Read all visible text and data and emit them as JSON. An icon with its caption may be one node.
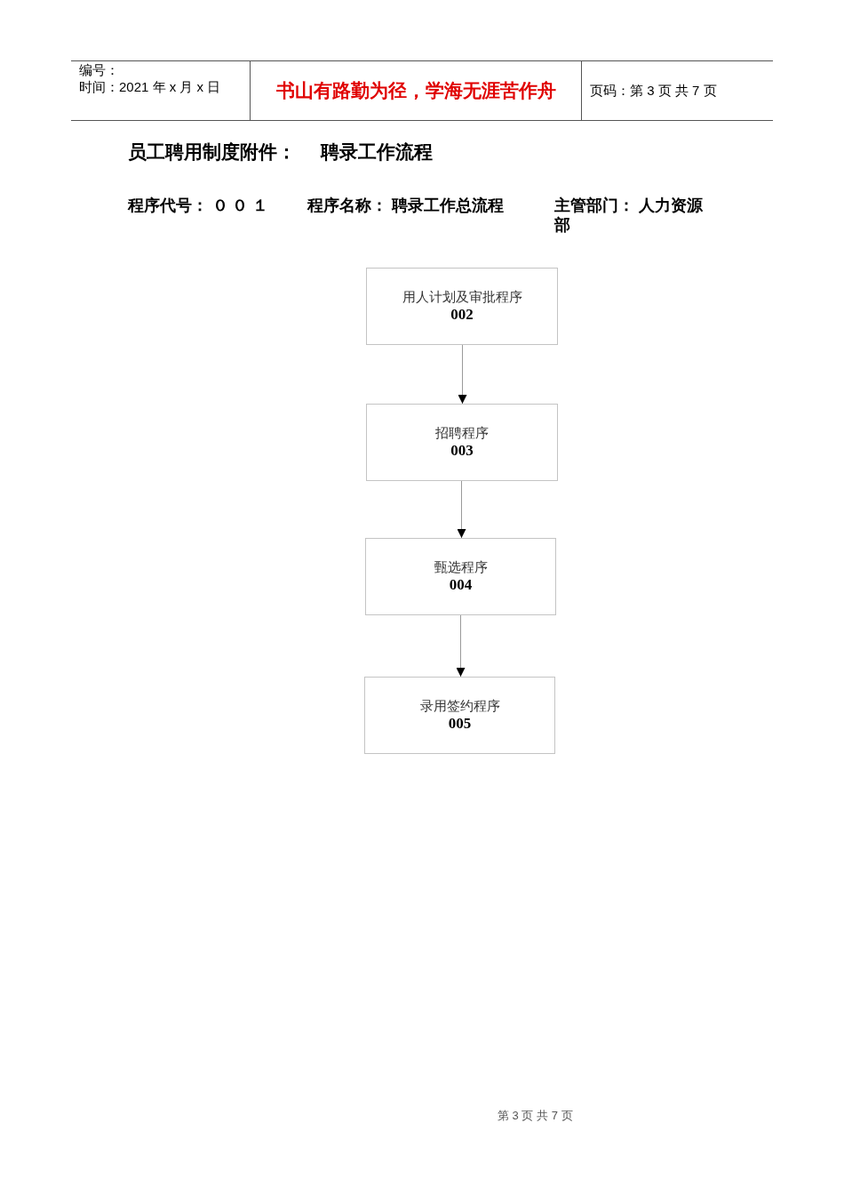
{
  "diagram": {
    "title": "员工聘用制度附件： 聘录工作流程",
    "nodes": [
      {
        "text": [
          "用人计划及审批程序",
          "002"
        ]
      },
      {
        "text": [
          "招聘程序",
          "003"
        ]
      },
      {
        "text": [
          "甄选程序",
          "004"
        ]
      },
      {
        "text": [
          "录用签约程序",
          "005"
        ]
      }
    ],
    "edges": [
      {
        "from": 0,
        "to": 1,
        "arrow": "to"
      },
      {
        "from": 1,
        "to": 2,
        "arrow": "to"
      },
      {
        "from": 2,
        "to": 3,
        "arrow": "to"
      }
    ],
    "labels": [
      "编号：",
      "时间：2021 年 x 月 x 日",
      "书山有路勤为径，学海无涯苦作舟",
      "页码：第 3 页 共 7 页",
      "程序代号： ０ ０ １",
      "程序名称： 聘录工作总流程",
      "主管部门： 人力资源部",
      "第 3 页 共 7 页"
    ]
  }
}
